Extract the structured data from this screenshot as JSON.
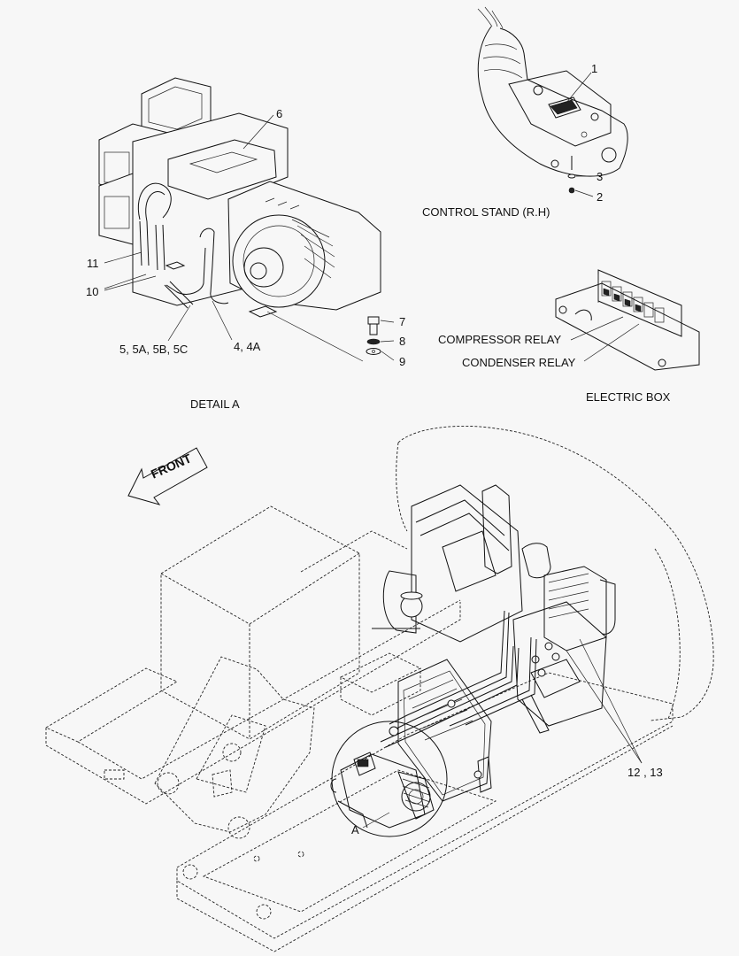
{
  "labels": {
    "part_1": "1",
    "part_2": "2",
    "part_3": "3",
    "part_6": "6",
    "part_7": "7",
    "part_8": "8",
    "part_9": "9",
    "part_10": "10",
    "part_11": "11",
    "part_4": "4, 4A",
    "part_5": "5, 5A, 5B, 5C",
    "part_12": "12 , 13",
    "callout_a": "A",
    "control_stand": "CONTROL STAND (R.H)",
    "compressor_relay": "COMPRESSOR RELAY",
    "condenser_relay": "CONDENSER RELAY",
    "electric_box": "ELECTRIC BOX",
    "detail_a": "DETAIL  A",
    "front": "FRONT"
  }
}
